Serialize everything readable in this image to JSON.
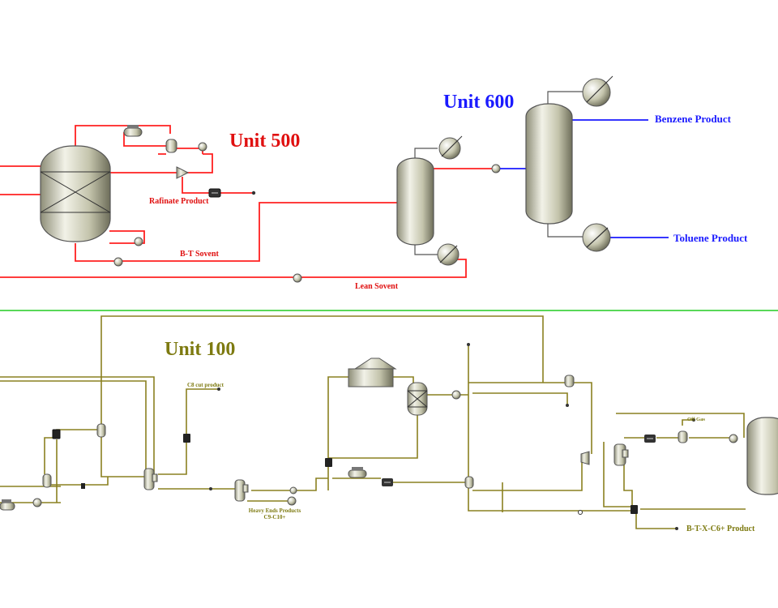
{
  "diagram": {
    "unit500": {
      "title": "Unit 500",
      "labels": {
        "raffinate": "Rafinate Product",
        "bt_solvent": "B-T Sovent",
        "lean_solvent": "Lean Sovent"
      }
    },
    "unit600": {
      "title": "Unit 600",
      "labels": {
        "benzene": "Benzene Product",
        "toluene": "Toluene Product"
      }
    },
    "unit100": {
      "title": "Unit 100",
      "labels": {
        "c8_cut": "C8 cut product",
        "heavy_ends_line1": "Heavy Ends Products",
        "heavy_ends_line2": "C9-C10+",
        "off_gas": "Off Gas",
        "btx_product": "B-T-X-C6+ Product"
      }
    },
    "colors": {
      "unit500_title": "#e01010",
      "unit500_lines": "#ff2020",
      "unit600_title": "#1a1aff",
      "unit600_lines": "#1a1aff",
      "unit100_title": "#7d7a10",
      "unit100_lines": "#8a8020",
      "divider": "#22cc22",
      "equipment_fill": "#c8c8b0",
      "equipment_stroke": "#555555"
    }
  }
}
